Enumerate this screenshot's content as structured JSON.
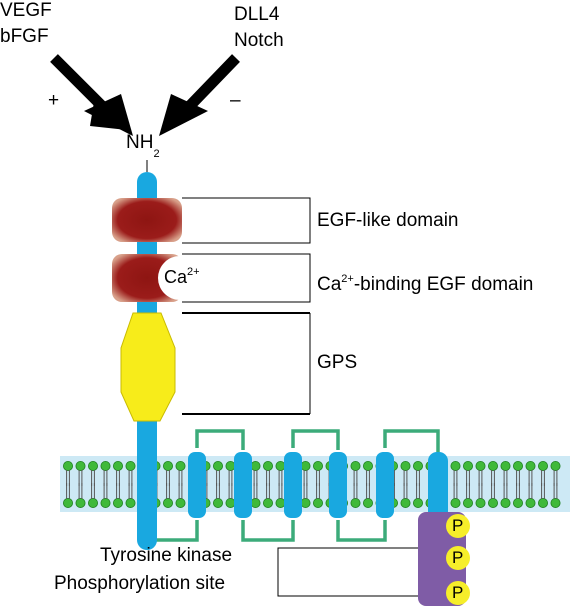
{
  "stimulators": {
    "line1": "VEGF",
    "line2": "bFGF",
    "sign": "+"
  },
  "inhibitors": {
    "line1": "DLL4",
    "line2": "Notch",
    "sign": "–"
  },
  "terminus": {
    "base": "NH",
    "subscript": "2"
  },
  "domains": {
    "egf": "EGF-like domain",
    "ca_egf_prefix": "Ca",
    "ca_egf_sup": "2+",
    "ca_egf_suffix": "-binding EGF domain",
    "gps": "GPS"
  },
  "calcium": {
    "base": "Ca",
    "sup": "2+"
  },
  "kinase": {
    "line1": "Tyrosine kinase",
    "line2": "Phosphorylation site"
  },
  "phospho_label": "P",
  "colors": {
    "receptor_blue": "#19a8e0",
    "egf_red": "#9b1c1a",
    "gps_yellow": "#f7ec1a",
    "loop_green": "#3cab7a",
    "lipid_green": "#3fb93a",
    "membrane_blue": "#cde9f5",
    "kinase_purple": "#7f5ca6",
    "phospho_yellow": "#f6ee2a"
  }
}
